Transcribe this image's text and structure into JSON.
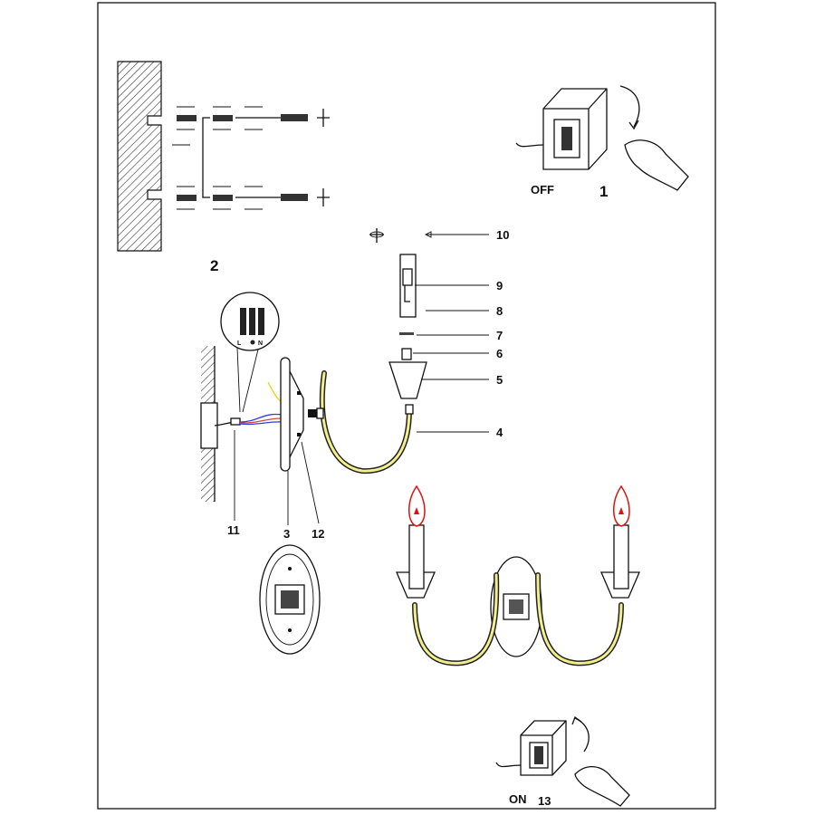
{
  "steps": {
    "step1": {
      "number": "1",
      "state": "OFF"
    },
    "step2": {
      "number": "2"
    },
    "step13": {
      "number": "13",
      "state": "ON"
    }
  },
  "parts": [
    "3",
    "4",
    "5",
    "6",
    "7",
    "8",
    "9",
    "10",
    "11",
    "12"
  ],
  "wiring": {
    "left": "L",
    "right": "N"
  },
  "colors": {
    "arm": "#f3ef8a",
    "flame": "#e01010",
    "wire_blue": "#3a3ad8",
    "wire_red": "#c0503a",
    "wire_yellow": "#e6d400"
  }
}
